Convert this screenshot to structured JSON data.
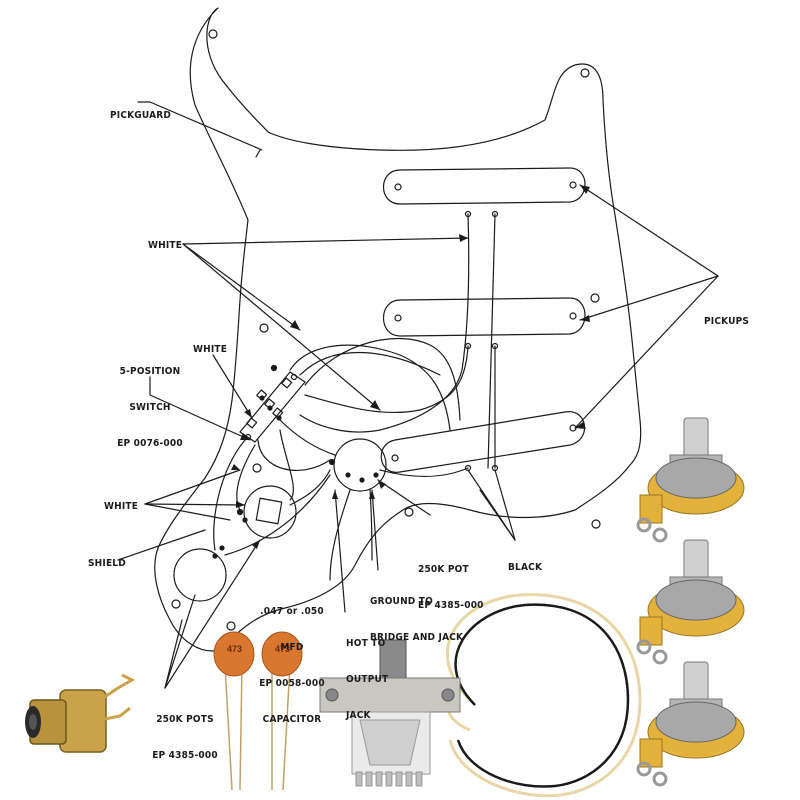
{
  "labels": {
    "pickguard": "PICKGUARD",
    "white_top": "WHITE",
    "white_mid": "WHITE",
    "white_left": "WHITE",
    "switch_line1": "5-POSITION",
    "switch_line2": "SWITCH",
    "switch_line3": "EP 0076-000",
    "pickups": "PICKUPS",
    "shield": "SHIELD",
    "pot_line1": "250K POT",
    "pot_line2": "EP 4385-000",
    "black": "BLACK",
    "ground_line1": "GROUND TO",
    "ground_line2": "BRIDGE AND JACK",
    "cap_line1": ".047 or .050",
    "cap_line2": "MFD",
    "cap_line3": "EP 0058-000",
    "cap_line4": "CAPACITOR",
    "hot_line1": "HOT TO",
    "hot_line2": "OUTPUT",
    "hot_line3": "JACK",
    "pots_line1": "250K POTS",
    "pots_line2": "EP 4385-000"
  },
  "capacitor_marking": "473",
  "colors": {
    "line": "#1b1b1b",
    "capacitor": "#d9772e",
    "pot_body": "#9a9a9a",
    "pot_tab": "#e3b23c",
    "wire_cream": "#e9d6a6",
    "wire_black": "#1a1a1a",
    "jack_gold": "#c9a24a"
  }
}
